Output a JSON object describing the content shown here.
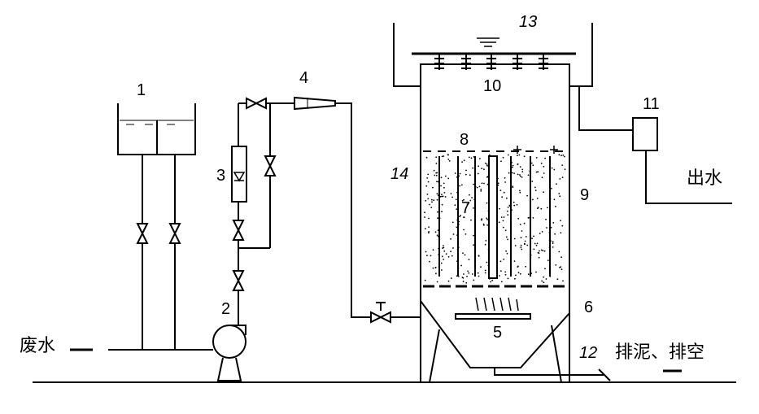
{
  "labels": {
    "n1": "1",
    "n2": "2",
    "n3": "3",
    "n4": "4",
    "n5": "5",
    "n6": "6",
    "n7": "7",
    "n8": "8",
    "n9": "9",
    "n10": "10",
    "n11": "11",
    "n12": "12",
    "n13": "13",
    "n14": "14"
  },
  "text": {
    "inlet": "废水",
    "outlet": "出水",
    "drain": "排泥、排空"
  },
  "colors": {
    "line": "#000000",
    "background": "#ffffff"
  }
}
